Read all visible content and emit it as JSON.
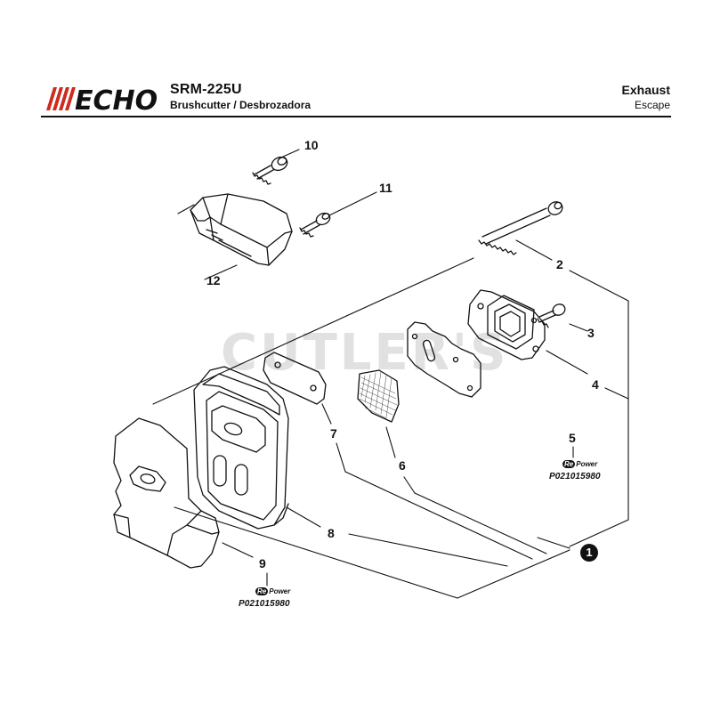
{
  "header": {
    "brand": "ECHO",
    "model": "SRM-225U",
    "subtitle": "Brushcutter / Desbrozadora",
    "section_title": "Exhaust",
    "section_title_es": "Escape"
  },
  "watermark": "CUTLER'S",
  "callouts": {
    "c1": "1",
    "c2": "2",
    "c3": "3",
    "c4": "4",
    "c5": "5",
    "c6": "6",
    "c7": "7",
    "c8": "8",
    "c9": "9",
    "c10": "10",
    "c11": "11",
    "c12": "12"
  },
  "repower_labels": {
    "a": {
      "badge": "Re",
      "text": "Power",
      "part_number": "P021015980"
    },
    "b": {
      "badge": "Re",
      "text": "Power",
      "part_number": "P021015980"
    }
  },
  "colors": {
    "ink": "#111111",
    "watermark": "#e1e1e1",
    "brand_red": "#cc2b1d"
  }
}
